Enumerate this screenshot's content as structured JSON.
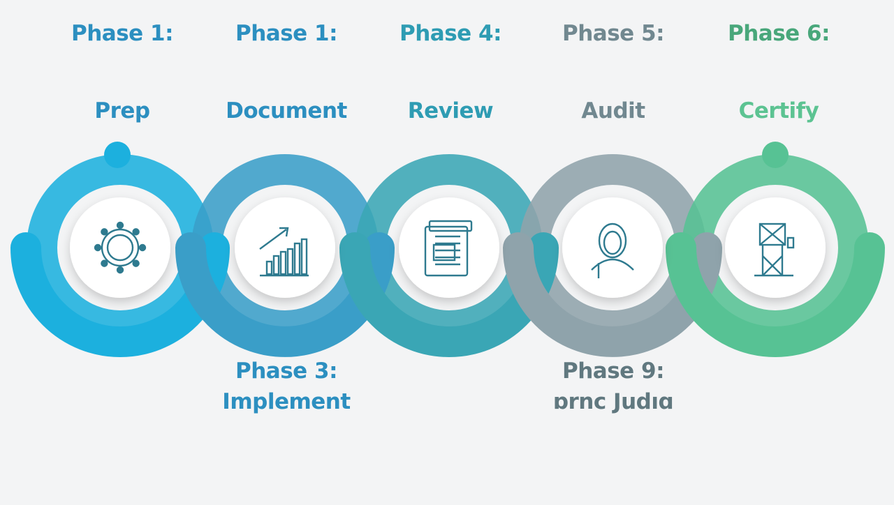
{
  "colors": {
    "background": "#f3f4f5",
    "stage1": "#1cb0de",
    "stage2": "#3a9ec8",
    "stage3": "#3aa6b5",
    "stage4": "#8fa3ab",
    "stage5": "#57c294",
    "icon": "#2e7a8f"
  },
  "stages": [
    {
      "phase": "Phase 1:",
      "name": "Prep",
      "icon": "gear-icon",
      "phase_color": "#2c8fc0",
      "name_color": "#2c8fc0"
    },
    {
      "phase": "Phase 1:",
      "name": "Document",
      "icon": "growth-chart-icon",
      "phase_color": "#2c8fc0",
      "name_color": "#2c8fc0"
    },
    {
      "phase": "Phase 4:",
      "name": "Review",
      "icon": "document-icon",
      "phase_color": "#2e9cb3",
      "name_color": "#2e9cb3"
    },
    {
      "phase": "Phase 5:",
      "name": "Audit",
      "icon": "person-icon",
      "phase_color": "#718890",
      "name_color": "#718890"
    },
    {
      "phase": "Phase 6:",
      "name": "Certify",
      "icon": "tower-icon",
      "phase_color": "#49a77b",
      "name_color": "#5cc392"
    }
  ],
  "bottom_labels": [
    {
      "phase": "Phase 3:",
      "name": "Implement",
      "color": "#2c8fc0"
    },
    {
      "phase": "Phase 9:",
      "name": "ɒrnc Judıɑ",
      "color": "#60787f"
    }
  ]
}
